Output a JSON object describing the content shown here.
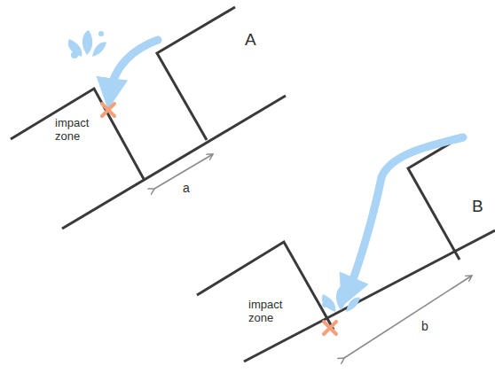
{
  "diagram": {
    "labels": [
      "A",
      "impact zone",
      "a",
      "B",
      "impact zone",
      "b"
    ]
  }
}
